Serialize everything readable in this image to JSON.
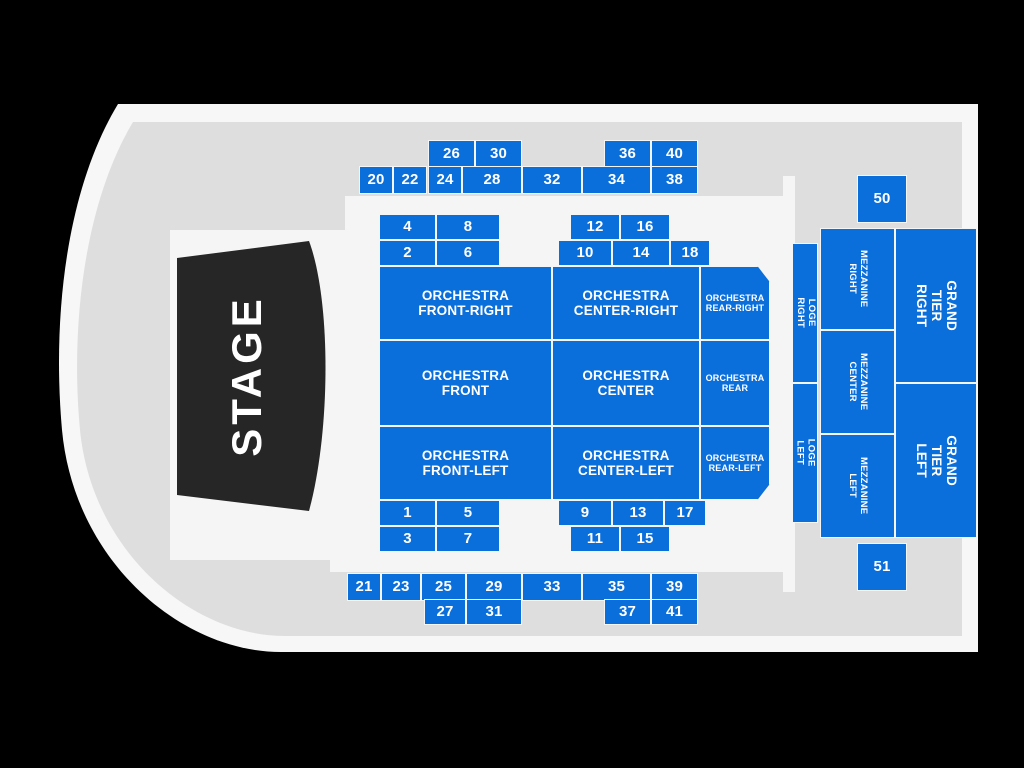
{
  "map": {
    "title": "Venue Seating Chart",
    "colors": {
      "section_fill": "#0a6edb",
      "section_text": "#ffffff",
      "section_border": "#f5f5f5",
      "venue_outer": "#f7f7f7",
      "venue_body": "#dedede",
      "floor": "#f5f5f5",
      "stage_fill": "#262626",
      "background": "#000000"
    }
  },
  "stage": {
    "label": "STAGE"
  },
  "sections": {
    "top_outer_row": [
      {
        "label": "20"
      },
      {
        "label": "22"
      },
      {
        "label": "24"
      },
      {
        "label": "28"
      },
      {
        "label": "32"
      },
      {
        "label": "34"
      },
      {
        "label": "38"
      }
    ],
    "top_outer_upper_row": [
      {
        "label": "26"
      },
      {
        "label": "30"
      },
      {
        "label": "36"
      },
      {
        "label": "40"
      }
    ],
    "top_inner_left": [
      {
        "label": "4"
      },
      {
        "label": "8"
      },
      {
        "label": "2"
      },
      {
        "label": "6"
      }
    ],
    "top_inner_right": [
      {
        "label": "12"
      },
      {
        "label": "16"
      },
      {
        "label": "10"
      },
      {
        "label": "14"
      },
      {
        "label": "18"
      }
    ],
    "orchestra": [
      {
        "label": "ORCHESTRA FRONT-RIGHT"
      },
      {
        "label": "ORCHESTRA CENTER-RIGHT"
      },
      {
        "label": "ORCHESTRA REAR-RIGHT"
      },
      {
        "label": "ORCHESTRA FRONT"
      },
      {
        "label": "ORCHESTRA CENTER"
      },
      {
        "label": "ORCHESTRA REAR"
      },
      {
        "label": "ORCHESTRA FRONT-LEFT"
      },
      {
        "label": "ORCHESTRA CENTER-LEFT"
      },
      {
        "label": "ORCHESTRA REAR-LEFT"
      }
    ],
    "bottom_inner_left": [
      {
        "label": "1"
      },
      {
        "label": "5"
      },
      {
        "label": "3"
      },
      {
        "label": "7"
      }
    ],
    "bottom_inner_right": [
      {
        "label": "9"
      },
      {
        "label": "13"
      },
      {
        "label": "17"
      },
      {
        "label": "11"
      },
      {
        "label": "15"
      }
    ],
    "bottom_outer_row": [
      {
        "label": "21"
      },
      {
        "label": "23"
      },
      {
        "label": "25"
      },
      {
        "label": "29"
      },
      {
        "label": "33"
      },
      {
        "label": "35"
      },
      {
        "label": "39"
      }
    ],
    "bottom_outer_lower_row": [
      {
        "label": "27"
      },
      {
        "label": "31"
      },
      {
        "label": "37"
      },
      {
        "label": "41"
      }
    ],
    "loge": [
      {
        "label": "LOGE RIGHT"
      },
      {
        "label": "LOGE LEFT"
      }
    ],
    "mezzanine": [
      {
        "label": "MEZZANINE RIGHT"
      },
      {
        "label": "MEZZANINE CENTER"
      },
      {
        "label": "MEZZANINE LEFT"
      }
    ],
    "grand_tier": [
      {
        "label": "GRAND TIER RIGHT"
      },
      {
        "label": "GRAND TIER LEFT"
      }
    ],
    "boxes": [
      {
        "label": "50"
      },
      {
        "label": "51"
      }
    ]
  }
}
